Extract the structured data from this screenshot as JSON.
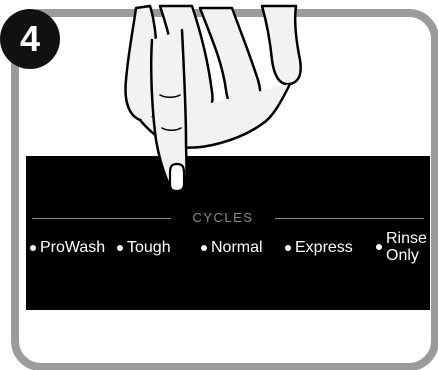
{
  "step": {
    "number": "4"
  },
  "panel": {
    "section_label": "CYCLES",
    "options": [
      {
        "label": "ProWash"
      },
      {
        "label": "Tough"
      },
      {
        "label": "Normal"
      },
      {
        "label": "Express"
      },
      {
        "label_line1": "Rinse",
        "label_line2": "Only"
      }
    ]
  },
  "colors": {
    "frame": "#9b9b9b",
    "panel": "#000000",
    "badge": "#111111",
    "text_on_panel": "#ffffff",
    "divider": "#8a8a8a"
  },
  "icons": {
    "hand": "pointing-hand-icon"
  }
}
